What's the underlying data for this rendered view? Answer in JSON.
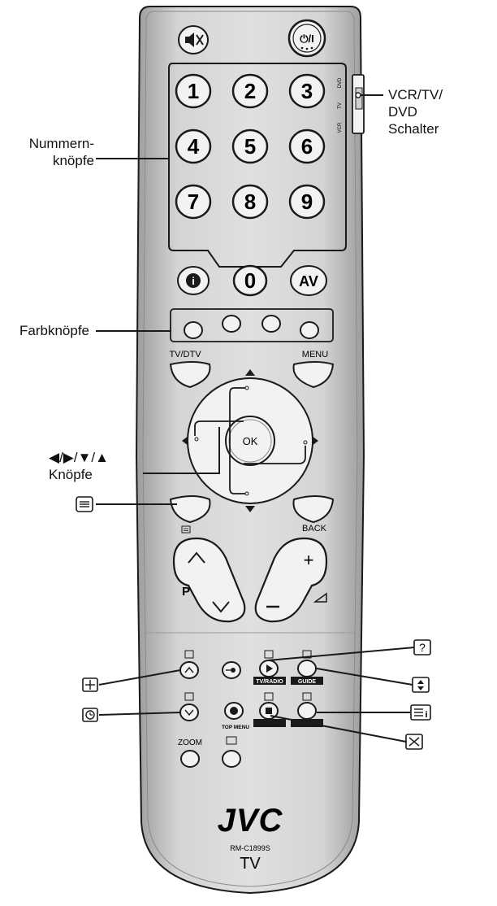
{
  "callouts": {
    "vcr_switch": [
      "VCR/TV/",
      "DVD",
      "Schalter"
    ],
    "number_buttons": [
      "Nummern-",
      "knöpfe"
    ],
    "color_buttons": "Farbknöpfe",
    "arrow_buttons": [
      "◀/▶/▼/▲",
      "Knöpfe"
    ]
  },
  "remote": {
    "brand": "JVC",
    "model": "RM-C1899S",
    "type": "TV",
    "power_label": "⏻/I",
    "numbers": [
      "1",
      "2",
      "3",
      "4",
      "5",
      "6",
      "7",
      "8",
      "9",
      "0"
    ],
    "info_label": "i",
    "av_label": "AV",
    "tv_dtv_label": "TV/DTV",
    "menu_label": "MENU",
    "ok_label": "OK",
    "back_label": "BACK",
    "p_label": "P",
    "tv_radio_label": "TV/RADIO",
    "guide_label": "GUIDE",
    "top_menu_label": "TOP MENU",
    "zoom_label": "ZOOM",
    "switch_labels": [
      "DVD",
      "TV",
      "VCR"
    ]
  },
  "colors": {
    "body": "#d2d2d2",
    "body_dark": "#a8a8a8",
    "outline": "#1a1a1a",
    "button": "#f2f2f2"
  }
}
